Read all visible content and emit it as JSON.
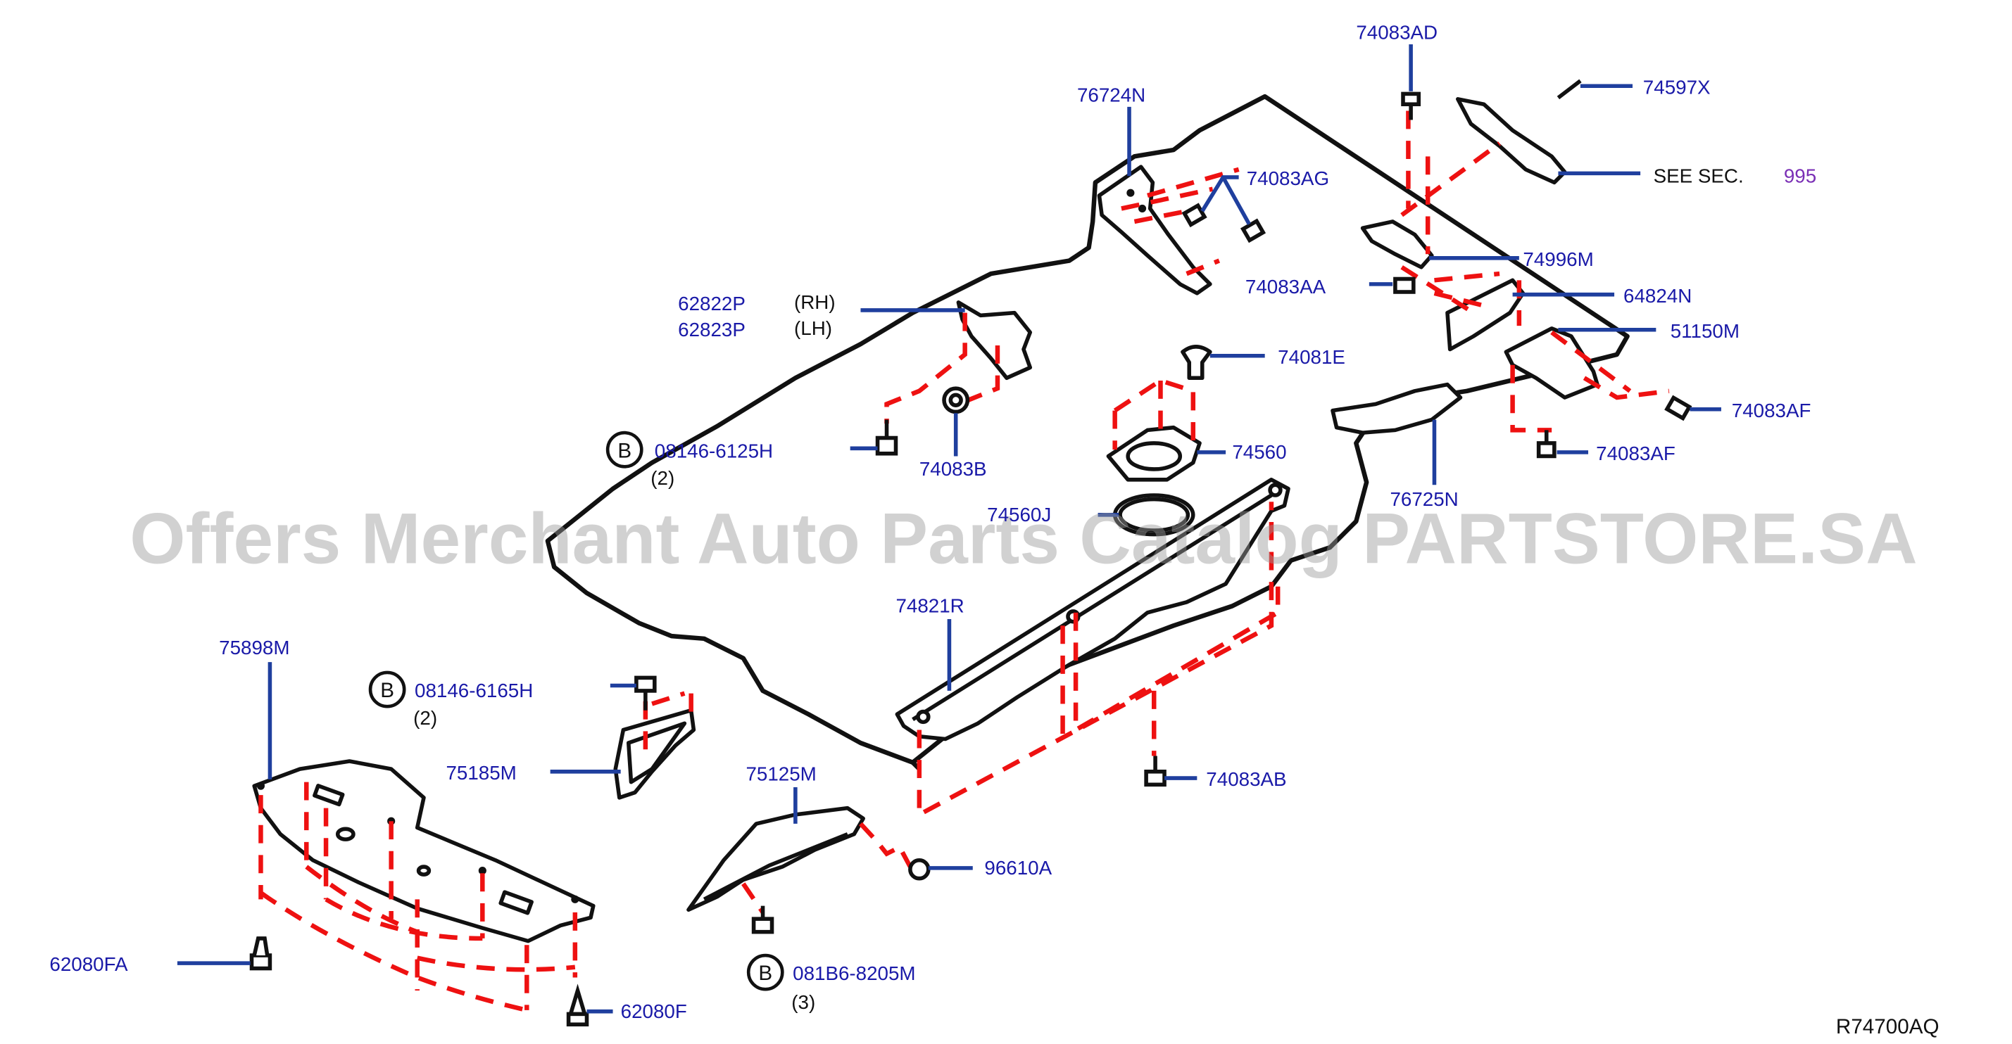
{
  "watermark": "Offers Merchant Auto Parts Catalog PARTSTORE.SA",
  "diagram_code": "R74700AQ",
  "callout_letter": "B",
  "see_sec": {
    "text": "SEE   SEC.",
    "number": "995"
  },
  "side_labels": {
    "rh": "(RH)",
    "lh": "(LH)"
  },
  "parts": {
    "p74083AD": "74083AD",
    "p74597X": "74597X",
    "p76724N": "76724N",
    "p74083AG": "74083AG",
    "p74996M": "74996M",
    "p74083AA": "74083AA",
    "p64824N": "64824N",
    "p51150M": "51150M",
    "p62822P": "62822P",
    "p62823P": "62823P",
    "p74081E": "74081E",
    "p74083AF_a": "74083AF",
    "p74083AF_b": "74083AF",
    "p08146_6125H": "08146-6125H",
    "p08146_6125H_qty": "(2)",
    "p74083B": "74083B",
    "p74560": "74560",
    "p76725N": "76725N",
    "p74560J": "74560J",
    "p74821R": "74821R",
    "p75898M": "75898M",
    "p08146_6165H": "08146-6165H",
    "p08146_6165H_qty": "(2)",
    "p75185M": "75185M",
    "p75125M": "75125M",
    "p74083AB": "74083AB",
    "p96610A": "96610A",
    "p62080FA": "62080FA",
    "p62080F": "62080F",
    "p081B6_8205M": "081B6-8205M",
    "p081B6_8205M_qty": "(3)"
  }
}
